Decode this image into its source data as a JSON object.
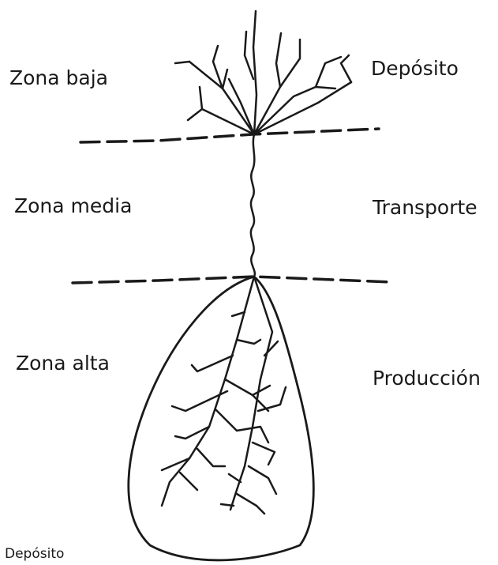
{
  "labels": {
    "zona_baja": "Zona baja",
    "zona_media": "Zona media",
    "zona_alta": "Zona alta",
    "deposito": "Depósito",
    "transporte": "Transporte",
    "produccion": "Producción",
    "caption": "Depósito"
  },
  "colors": {
    "ink": "#1a1a1a",
    "background": "#ffffff"
  }
}
